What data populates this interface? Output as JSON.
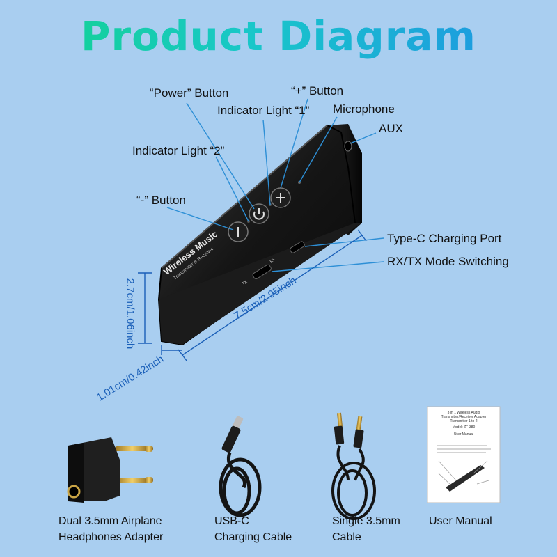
{
  "title": "Product Diagram",
  "device": {
    "brand_line1": "Wireless Music",
    "brand_line2": "Transmitter & Receiver",
    "switch_rx": "RX",
    "switch_tx": "TX"
  },
  "callouts": {
    "power_button": "“Power” Button",
    "indicator_1": "Indicator Light “1”",
    "plus_button": "“+” Button",
    "microphone": "Microphone",
    "aux": "AUX",
    "indicator_2": "Indicator Light “2”",
    "minus_button": "“-” Button",
    "typec_port": "Type-C Charging Port",
    "mode_switch": "RX/TX Mode Switching"
  },
  "dimensions": {
    "height": "2.7cm/1.06inch",
    "length": "7.5cm/2.95inch",
    "depth": "1.01cm/0.42inch"
  },
  "accessories": [
    {
      "line1": "Dual 3.5mm Airplane",
      "line2": "Headphones Adapter"
    },
    {
      "line1": "USB-C",
      "line2": "Charging Cable"
    },
    {
      "line1": "Single 3.5mm",
      "line2": "Cable"
    },
    {
      "line1": "User Manual",
      "line2": ""
    }
  ],
  "manual": {
    "heading1": "3 in 1 Wireless Audio",
    "heading2": "Transmitter/Receiver Adapter",
    "heading3": "Transmitter 1 to 2",
    "model": "Model: ZF-380",
    "subtitle": "User Manual"
  },
  "colors": {
    "background": "#a9cef0",
    "callout_line": "#2d8fd6",
    "dimension": "#1a5fb8",
    "device_body": "#161616"
  }
}
